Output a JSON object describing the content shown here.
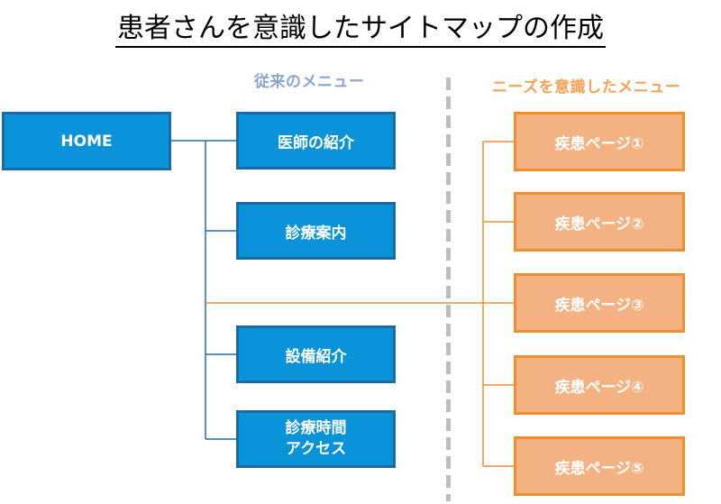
{
  "title": "患者さんを意識したサイトマップの作成",
  "columns": {
    "old_label": "従来のメニュー",
    "new_label": "ニーズを意識したメニュー"
  },
  "home": {
    "label": "HOME"
  },
  "old_menu": [
    {
      "line1": "医師の紹介",
      "line2": ""
    },
    {
      "line1": "診療案内",
      "line2": ""
    },
    {
      "line1": "設備紹介",
      "line2": ""
    },
    {
      "line1": "診療時間",
      "line2": "アクセス"
    }
  ],
  "new_menu": [
    {
      "label": "疾患ページ①"
    },
    {
      "label": "疾患ページ②"
    },
    {
      "label": "疾患ページ③"
    },
    {
      "label": "疾患ページ④"
    },
    {
      "label": "疾患ページ⑤"
    }
  ],
  "colors": {
    "blue_fill": "#0b93d9",
    "blue_border": "#1a6aa8",
    "orange_fill": "#f4b283",
    "orange_border": "#f08e34",
    "blue_line": "#1f6fb5",
    "orange_line": "#f08e34"
  }
}
